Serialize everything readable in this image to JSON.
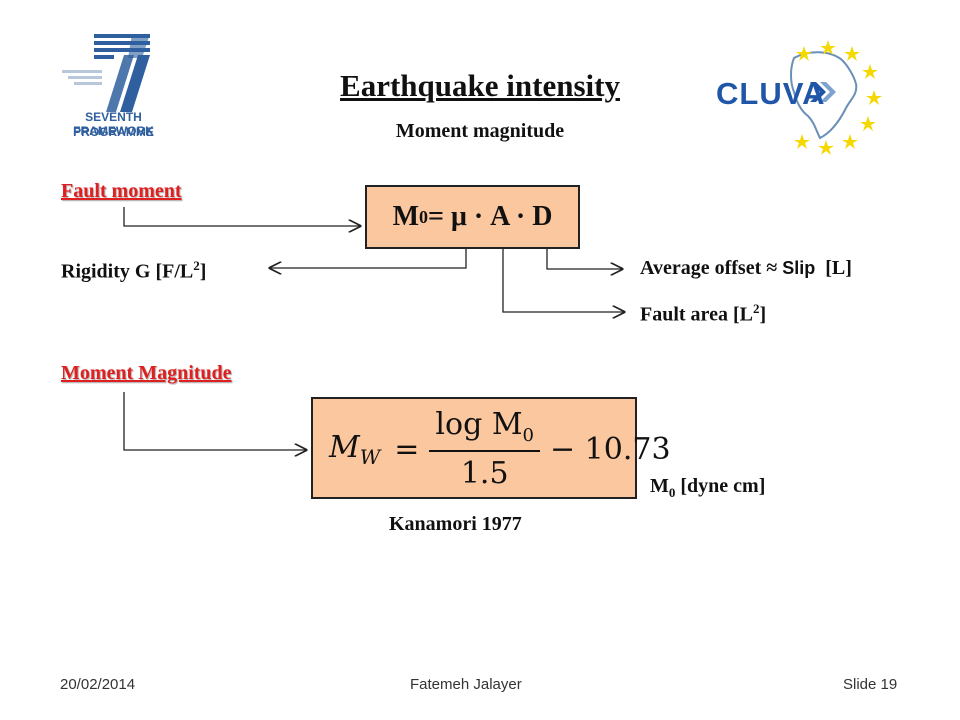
{
  "header": {
    "title": "Earthquake intensity",
    "subtitle": "Moment magnitude",
    "logo_left_text": [
      "SEVENTH FRAMEWORK",
      "PROGRAMME"
    ],
    "logo_right_text": "CLUVA"
  },
  "fault_moment": {
    "heading": "Fault moment",
    "eq_lhs": "M",
    "eq_sub": "0",
    "eq_rhs": " = μ · A · D",
    "rigidity": "Rigidity G [F/L",
    "rigidity_sup": "2",
    "rigidity_end": "]",
    "offset": "Average offset ≈ ",
    "offset_slip": "Slip",
    "offset_end": "  [L]",
    "area": "Fault area [L",
    "area_sup": "2",
    "area_end": "]"
  },
  "moment_magnitude": {
    "heading": "Moment Magnitude",
    "lhs": "M",
    "lhs_sub": "W",
    "eq": "=",
    "num": "log M",
    "num_sub": "0",
    "den": "1.5",
    "minus": "− 10.73",
    "unit_m": "M",
    "unit_sub": "0",
    "unit_text": " [dyne cm]",
    "citation": "Kanamori 1977"
  },
  "footer": {
    "date": "20/02/2014",
    "author": "Fatemeh Jalayer",
    "slide": "Slide 19"
  },
  "colors": {
    "heading_red": "#e02020",
    "box_fill": "#fbc79e",
    "cluva_blue": "#1f56a8",
    "star_yellow": "#f5d800",
    "fp7_blue": "#2f5f9e"
  }
}
